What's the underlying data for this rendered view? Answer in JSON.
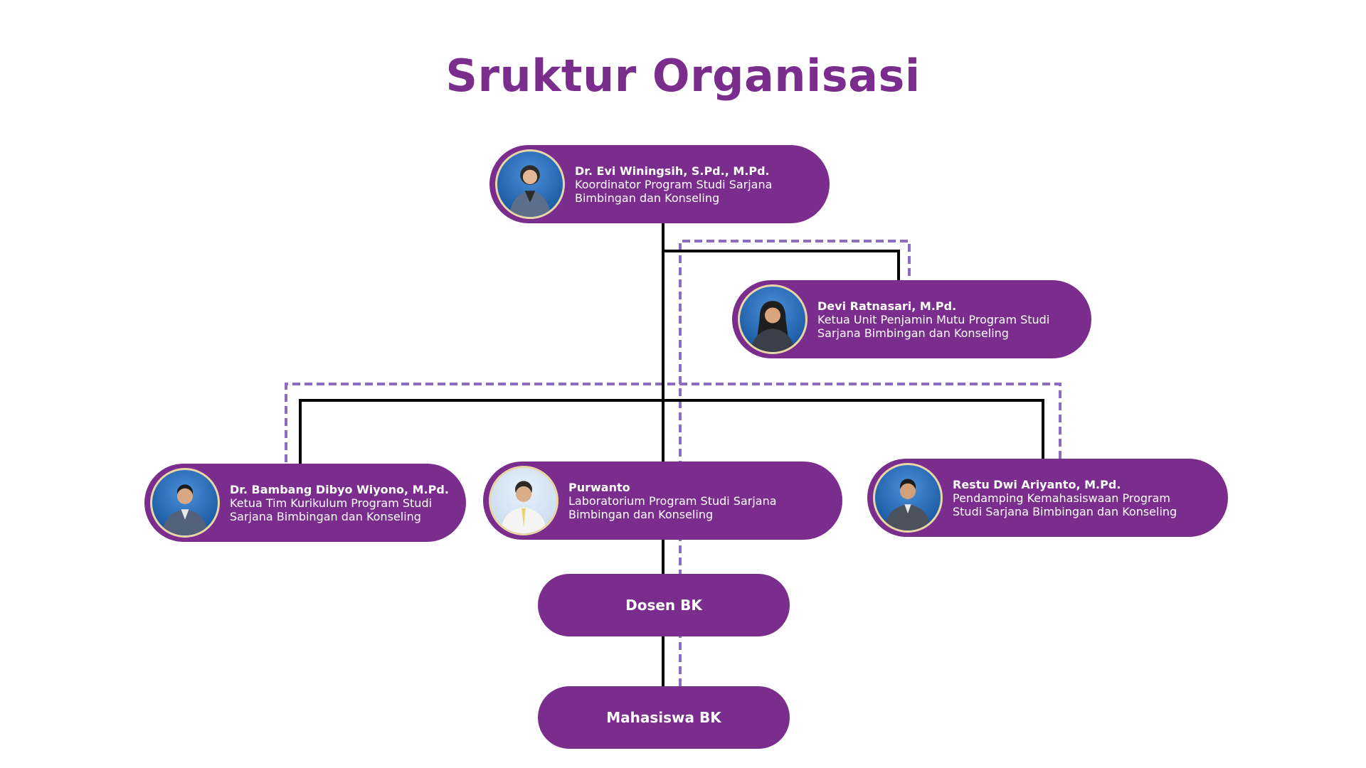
{
  "title": "Sruktur Organisasi",
  "colors": {
    "node_fill": "#7b2d8e",
    "title": "#7b2d8e",
    "line": "#000000",
    "dashed_line": "#8a6cc1",
    "node_text": "#ffffff"
  },
  "nodes": {
    "koordinator": {
      "name": "Dr. Evi Winingsih, S.Pd., M.Pd.",
      "role_line1": "Koordinator Program Studi Sarjana",
      "role_line2": "Bimbingan dan Konseling"
    },
    "penjamin_mutu": {
      "name": "Devi Ratnasari, M.Pd.",
      "role_line1": "Ketua Unit Penjamin Mutu Program Studi",
      "role_line2": "Sarjana Bimbingan dan Konseling"
    },
    "kurikulum": {
      "name": "Dr. Bambang Dibyo Wiyono, M.Pd.",
      "role_line1": "Ketua Tim Kurikulum Program Studi",
      "role_line2": "Sarjana Bimbingan dan Konseling"
    },
    "laboratorium": {
      "name": "Purwanto",
      "role_line1": "Laboratorium Program Studi Sarjana",
      "role_line2": "Bimbingan dan Konseling"
    },
    "kemahasiswaan": {
      "name": "Restu Dwi Ariyanto, M.Pd.",
      "role_line1": "Pendamping Kemahasiswaan Program",
      "role_line2": "Studi Sarjana Bimbingan dan Konseling"
    },
    "dosen": {
      "label": "Dosen BK"
    },
    "mahasiswa": {
      "label": "Mahasiswa BK"
    }
  }
}
